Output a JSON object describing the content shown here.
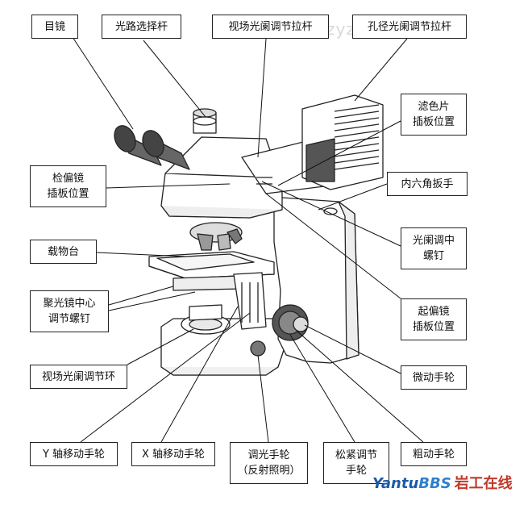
{
  "labels": {
    "eyepiece": "目镜",
    "path_selector": "光路选择杆",
    "field_diaphragm_pull": "视场光阑调节拉杆",
    "aperture_diaphragm_pull": "孔径光阑调节拉杆",
    "filter_slot": "滤色片\n插板位置",
    "analyzer_slot": "检偏镜\n插板位置",
    "hex_wrench": "内六角扳手",
    "stage": "载物台",
    "diaphragm_center_screw": "光阑调中\n螺钉",
    "condenser_center_screw": "聚光镜中心\n调节螺钉",
    "polarizer_slot": "起偏镜\n插板位置",
    "field_diaphragm_ring": "视场光阑调节环",
    "fine_focus": "微动手轮",
    "y_axis_knob": "Y 轴移动手轮",
    "x_axis_knob": "X 轴移动手轮",
    "light_knob": "调光手轮\n（反射照明）",
    "tension_knob": "松紧调节\n手轮",
    "coarse_focus": "粗动手轮"
  },
  "watermark": "zyzhan.com",
  "logo": {
    "part1": "Yantu",
    "part2": "BBS",
    "part3": "岩工在线"
  }
}
